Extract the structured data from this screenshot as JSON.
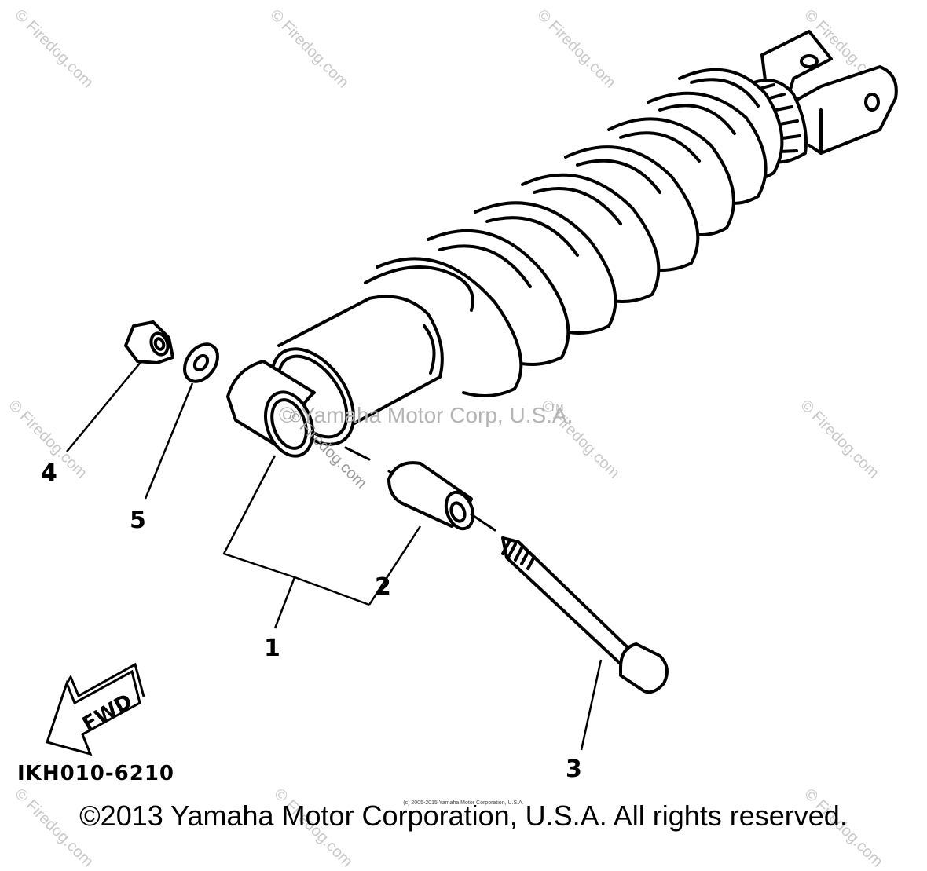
{
  "watermarks": {
    "corner_text": "© Firedog.com",
    "center_text": "© Yamaha Motor Corp, U.S.A.",
    "center_tm": "TM",
    "center_small": "© Firedog.com"
  },
  "callouts": [
    "1",
    "2",
    "3",
    "4",
    "5"
  ],
  "fwd_label": "FWD",
  "part_code": "IKH010-6210",
  "copyright": "©2013 Yamaha Motor Corporation, U.S.A. All rights reserved.",
  "tiny_copyright": "(c) 2005-2015 Yamaha Motor Corporation, U.S.A.",
  "colors": {
    "line": "#000000",
    "watermark": "#c8c8c8"
  }
}
